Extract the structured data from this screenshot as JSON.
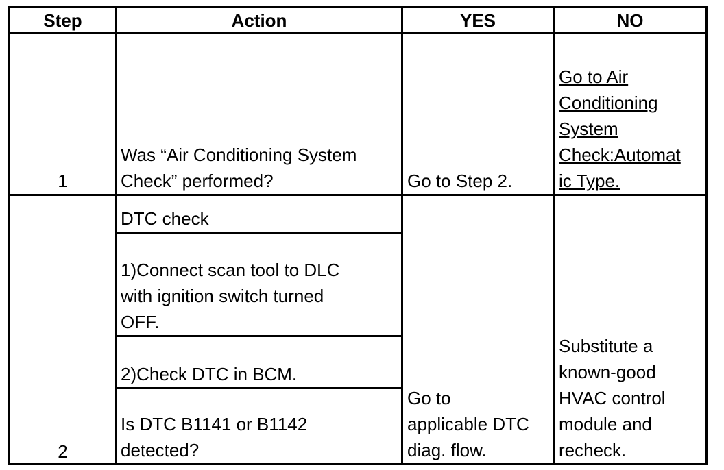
{
  "table": {
    "headers": {
      "step": "Step",
      "action": "Action",
      "yes": "YES",
      "no": "NO"
    },
    "row1": {
      "step": "1",
      "action_lines": [
        "Was “Air Conditioning System",
        "Check” performed?"
      ],
      "yes": "Go to Step 2.",
      "no_lines": [
        "Go to Air ",
        "Conditioning ",
        "System ",
        "Check:Automat",
        "ic Type."
      ]
    },
    "row2": {
      "step": "2",
      "action_title": "DTC check",
      "action_step1_lines": [
        "1)Connect scan tool to DLC",
        "with ignition switch turned",
        "OFF."
      ],
      "action_step2": "2)Check DTC in BCM.",
      "action_question_lines": [
        "Is DTC B1141 or B1142",
        "detected?"
      ],
      "yes_lines": [
        "Go to",
        "applicable DTC",
        "diag. flow."
      ],
      "no_lines": [
        "Substitute a",
        "known-good",
        "HVAC control",
        "module and",
        "recheck."
      ]
    }
  }
}
